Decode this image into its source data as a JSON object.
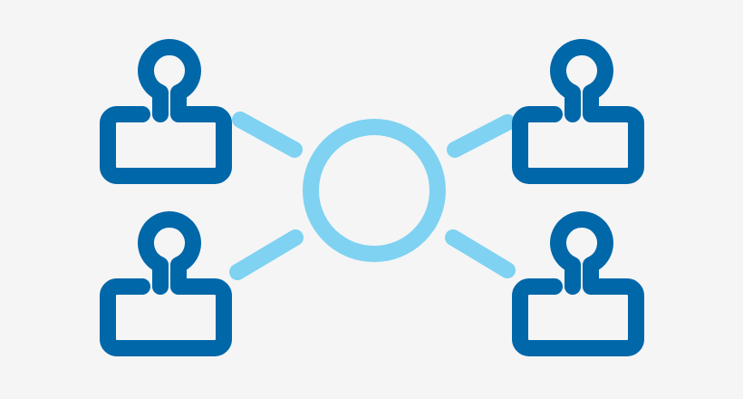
{
  "icon": {
    "name": "network-users-icon",
    "colors": {
      "background": "#f5f5f6",
      "person": "#0067a9",
      "hub": "#7fd2f1",
      "connector": "#7fd2f1"
    },
    "people": [
      {
        "name": "person-top-left-icon"
      },
      {
        "name": "person-bottom-left-icon"
      },
      {
        "name": "person-top-right-icon"
      },
      {
        "name": "person-bottom-right-icon"
      }
    ],
    "hub": {
      "name": "hub-circle"
    },
    "connectors": [
      {
        "name": "connector-top-left"
      },
      {
        "name": "connector-bottom-left"
      },
      {
        "name": "connector-top-right"
      },
      {
        "name": "connector-bottom-right"
      }
    ]
  }
}
